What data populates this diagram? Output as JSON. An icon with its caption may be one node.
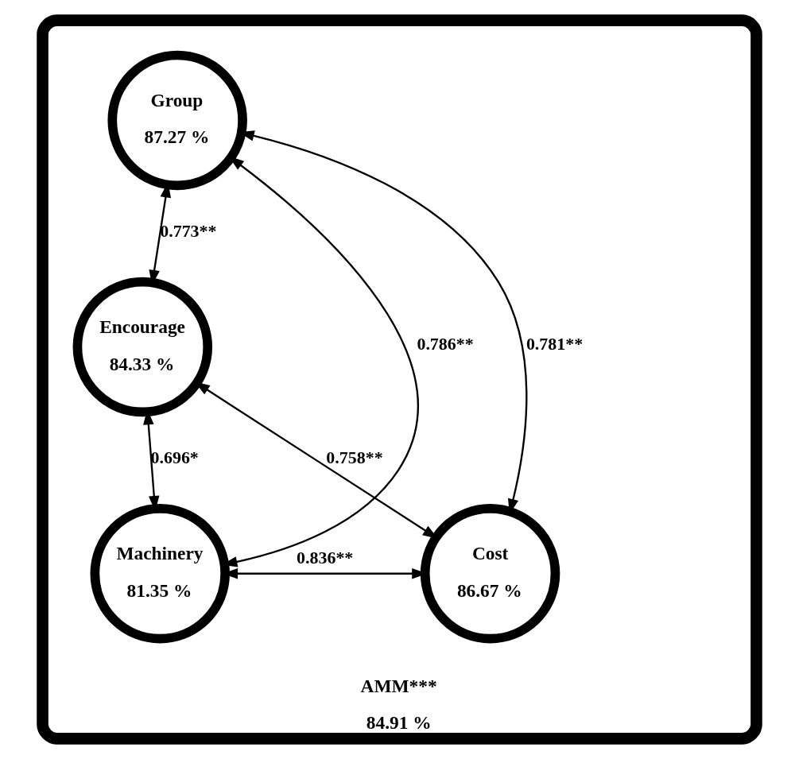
{
  "diagram": {
    "nodes": [
      {
        "text": [
          "AMM***",
          "84.91 %"
        ]
      },
      {
        "text": [
          "Group",
          "87.27 %"
        ],
        "in": 0
      },
      {
        "text": [
          "Encourage",
          "84.33 %"
        ],
        "in": 0
      },
      {
        "text": [
          "Machinery",
          "81.35 %"
        ],
        "in": 0
      },
      {
        "text": [
          "Cost",
          "86.67 %"
        ],
        "in": 0
      }
    ],
    "edges": [
      {
        "from": 1,
        "to": 2,
        "arrow": "both",
        "label": "0.773**"
      },
      {
        "from": 1,
        "to": 3,
        "arrow": "both",
        "label": "0.786**"
      },
      {
        "from": 1,
        "to": 4,
        "arrow": "both",
        "label": "0.781**"
      },
      {
        "from": 2,
        "to": 3,
        "arrow": "both",
        "label": "0.696*"
      },
      {
        "from": 2,
        "to": 4,
        "arrow": "both",
        "label": "0.758**"
      },
      {
        "from": 3,
        "to": 4,
        "arrow": "both",
        "label": "0.836**"
      }
    ]
  }
}
